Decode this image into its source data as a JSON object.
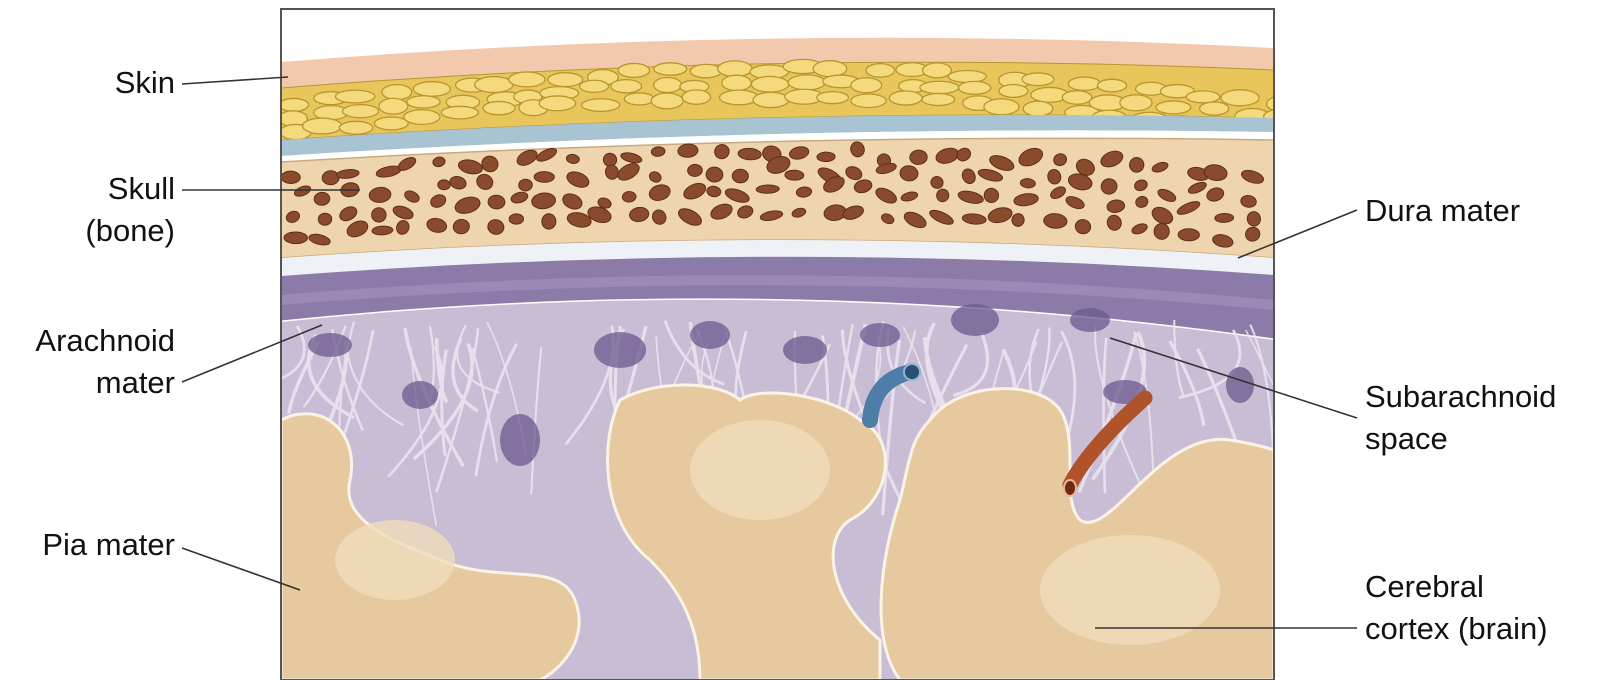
{
  "labels": {
    "skin": "Skin",
    "skull_line1": "Skull",
    "skull_line2": "(bone)",
    "arachnoid_line1": "Arachnoid",
    "arachnoid_line2": "mater",
    "pia": "Pia mater",
    "dura": "Dura mater",
    "subarachnoid_line1": "Subarachnoid",
    "subarachnoid_line2": "space",
    "cortex_line1": "Cerebral",
    "cortex_line2": "cortex (brain)"
  },
  "colors": {
    "skin": "#f3c9ae",
    "fat": "#e8c65c",
    "fat_outline": "#b8962e",
    "fascia": "#a8c4d2",
    "bone": "#efd5ad",
    "bone_pores": "#8a4a2c",
    "dura": "#8c7ba8",
    "dura_dark": "#5d4d7e",
    "subarachnoid": "#c9bdd6",
    "cortex": "#e7c9a0",
    "cortex_light": "#f1dcbc",
    "vein": "#4e7ea8",
    "artery": "#b0522a",
    "leader_line": "#333333"
  }
}
